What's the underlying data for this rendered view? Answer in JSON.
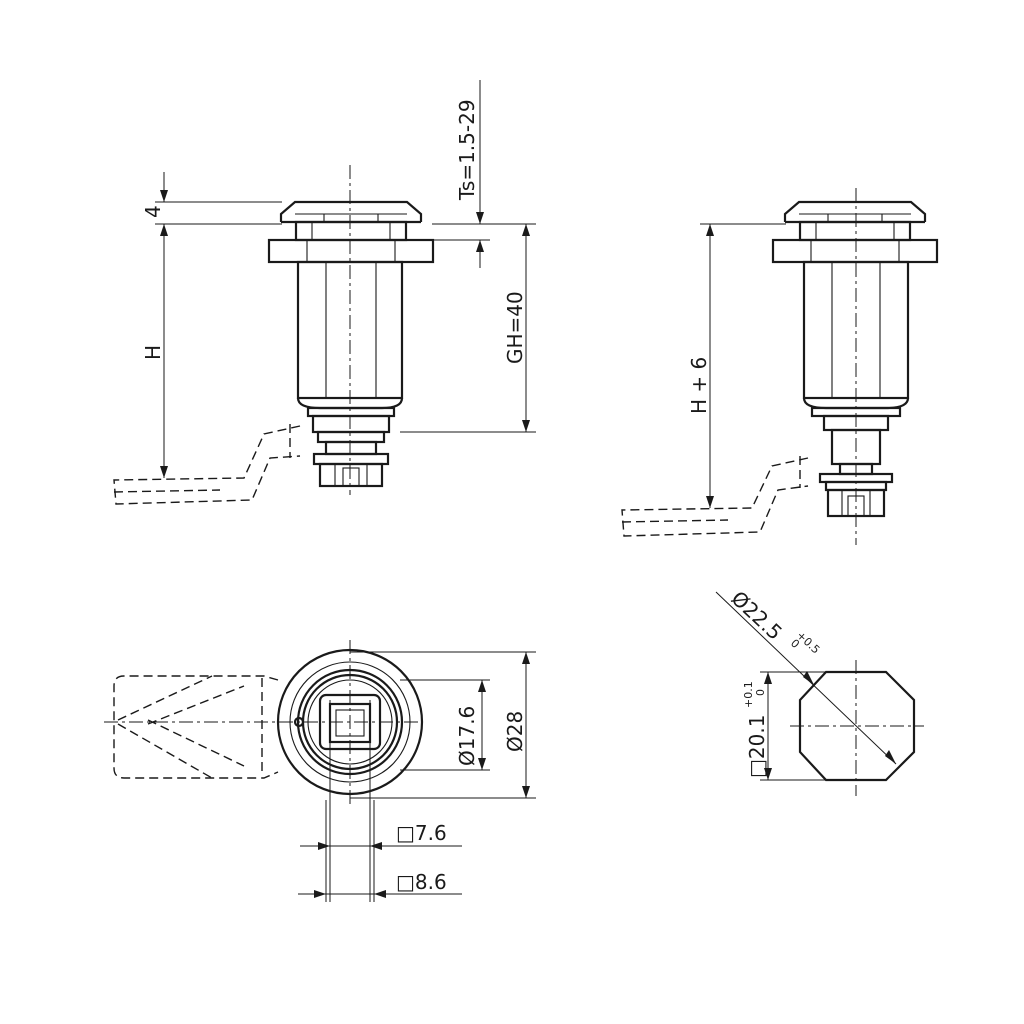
{
  "views": {
    "front_left": "front-view-standard",
    "front_right": "front-view-extended",
    "bottom": "bottom-view",
    "cutout": "panel-cutout"
  },
  "dimensions": {
    "flange_thickness": "4",
    "panel_thickness": "Ts=1.5-29",
    "overall_height": "H",
    "grip_height": "GH=40",
    "extended_height": "H + 6",
    "cutout_diameter": "Ø22.5",
    "cutout_diameter_tol_plus": "+0.5",
    "cutout_diameter_tol_minus": "0",
    "cutout_square": "□20.1",
    "cutout_square_tol_plus": "+0.1",
    "cutout_square_tol_minus": "0",
    "body_diameter_inner": "Ø17.6",
    "body_diameter_outer": "Ø28",
    "key_square_small": "□7.6",
    "key_square_large": "□8.6"
  }
}
